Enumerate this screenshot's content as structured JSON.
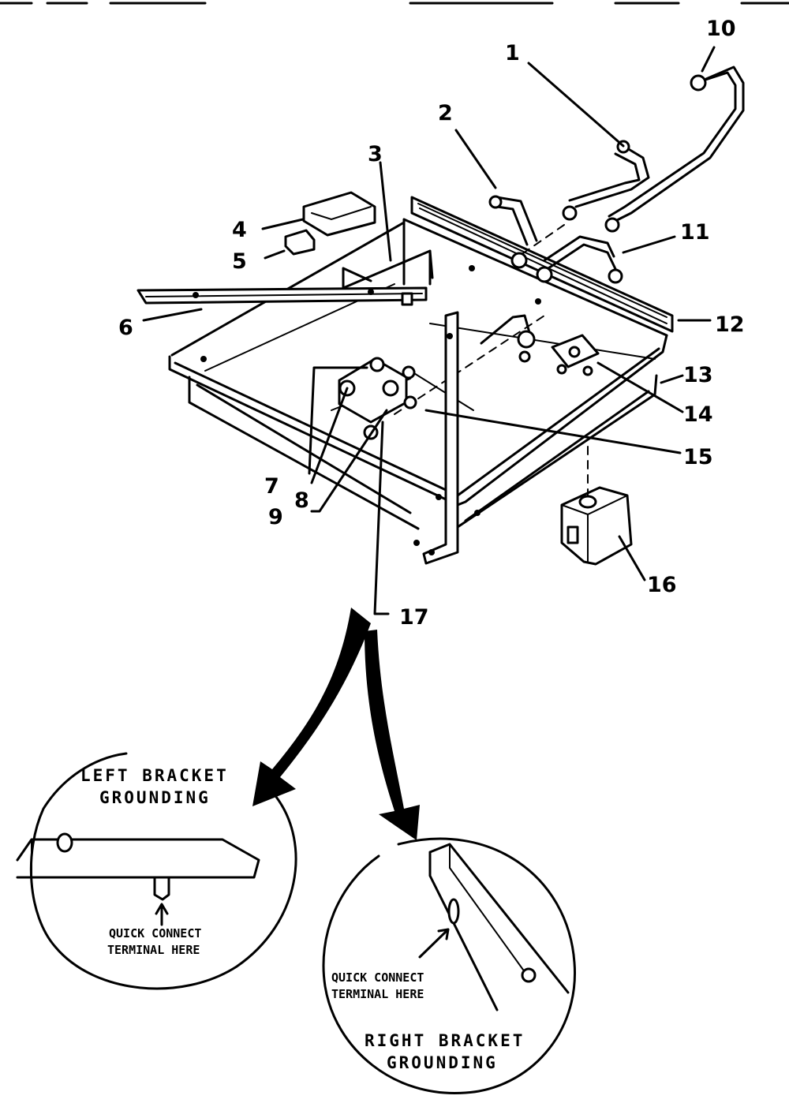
{
  "callouts": {
    "c1": "1",
    "c2": "2",
    "c3": "3",
    "c4": "4",
    "c5": "5",
    "c6": "6",
    "c7": "7",
    "c8": "8",
    "c9": "9",
    "c10": "10",
    "c11": "11",
    "c12": "12",
    "c13": "13",
    "c14": "14",
    "c15": "15",
    "c16": "16",
    "c17": "17"
  },
  "details": {
    "left": {
      "title_line1": "LEFT BRACKET",
      "title_line2": "GROUNDING",
      "note_line1": "QUICK CONNECT",
      "note_line2": "TERMINAL HERE"
    },
    "right": {
      "note_line1": "QUICK CONNECT",
      "note_line2": "TERMINAL HERE",
      "title_line1": "RIGHT BRACKET",
      "title_line2": "GROUNDING"
    }
  },
  "colors": {
    "ink": "#000000",
    "paper": "#ffffff"
  }
}
